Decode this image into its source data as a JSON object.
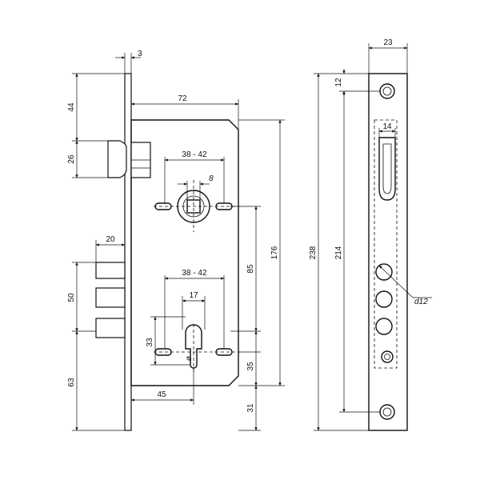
{
  "dimensions": {
    "faceplate_thickness": "3",
    "backset_case_width": "72",
    "latch_offset": "44",
    "latch_height": "26",
    "spindle_hole_spacing_top": "38 - 42",
    "spindle_square": "8",
    "deadbolt_projection": "20",
    "cylinder_hole_spacing": "38 - 42",
    "cylinder_width": "17",
    "case_height_85": "85",
    "case_height_176": "176",
    "deadbolt_height_50": "50",
    "cylinder_height_33": "33",
    "cylinder_offset_35": "35",
    "bottom_63": "63",
    "bottom_offset_45": "45",
    "bottom_31": "31",
    "cylinder_phi": "ø",
    "faceplate_width": "23",
    "faceplate_top_12": "12",
    "faceplate_total_238": "238",
    "faceplate_hole_214": "214",
    "roller_width": "14",
    "hole_diameter": "d12"
  }
}
